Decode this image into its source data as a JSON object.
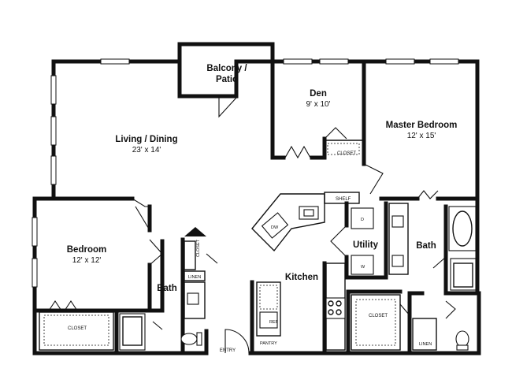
{
  "rooms": {
    "balcony": {
      "name_line1": "Balcony /",
      "name_line2": "Patio"
    },
    "den": {
      "name": "Den",
      "dim": "9' x 10'"
    },
    "master": {
      "name": "Master Bedroom",
      "dim": "12' x 15'"
    },
    "living": {
      "name": "Living / Dining",
      "dim": "23' x 14'"
    },
    "bedroom": {
      "name": "Bedroom",
      "dim": "12' x 12'"
    },
    "bath1": {
      "name": "Bath"
    },
    "bath2": {
      "name": "Bath"
    },
    "kitchen": {
      "name": "Kitchen"
    },
    "utility": {
      "name": "Utility"
    }
  },
  "fixtures": {
    "closet_den": "CLOSET",
    "closet_bedroom": "CLOSET",
    "closet_master": "CLOSET",
    "closet_hall": "CLOSET",
    "shelf": "SHELF",
    "linen_hall": "LINEN",
    "linen_master": "LINEN",
    "pantry": "PANTRY",
    "ref": "REF",
    "dw": "DW",
    "dryer": "D",
    "washer": "W",
    "entry": "ENTRY"
  }
}
